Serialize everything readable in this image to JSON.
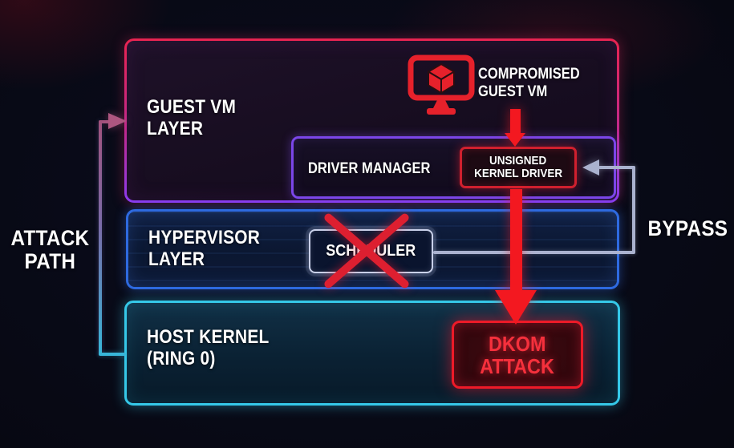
{
  "diagram": {
    "side": {
      "attack_path_line1": "ATTACK",
      "attack_path_line2": "PATH",
      "bypass_label": "BYPASS"
    },
    "layers": {
      "guest": {
        "line1": "GUEST VM",
        "line2": "LAYER"
      },
      "hypervisor": {
        "line1": "HYPERVISOR",
        "line2": "LAYER"
      },
      "host": {
        "line1": "HOST KERNEL",
        "line2": "(RING 0)"
      }
    },
    "nodes": {
      "compromised_vm": {
        "line1": "COMPROMISED",
        "line2": "GUEST VM",
        "icon": "monitor-cube-icon"
      },
      "driver_manager": {
        "label": "DRIVER MANAGER"
      },
      "unsigned_driver": {
        "line1": "UNSIGNED",
        "line2": "KERNEL DRIVER"
      },
      "scheduler": {
        "label": "SCHEDULER",
        "crossed_out": true
      },
      "dkom": {
        "line1": "DKOM",
        "line2": "ATTACK"
      }
    },
    "colors": {
      "background": "#070812",
      "guest_border_top": "#e82450",
      "guest_border_bottom": "#8b3bf0",
      "driver_manager_border": "#7b46e8",
      "unsigned_driver_border": "#d0202e",
      "hypervisor_border": "#2e6ae0",
      "scheduler_border": "#c9d1ea",
      "host_border": "#35c8e8",
      "attack_arrow_red": "#f31820",
      "bypass_line": "#aab2cf",
      "attack_path_line_top": "#a2537d",
      "attack_path_line_bottom": "#38b6d8",
      "dkom_text": "#f5303c"
    }
  }
}
